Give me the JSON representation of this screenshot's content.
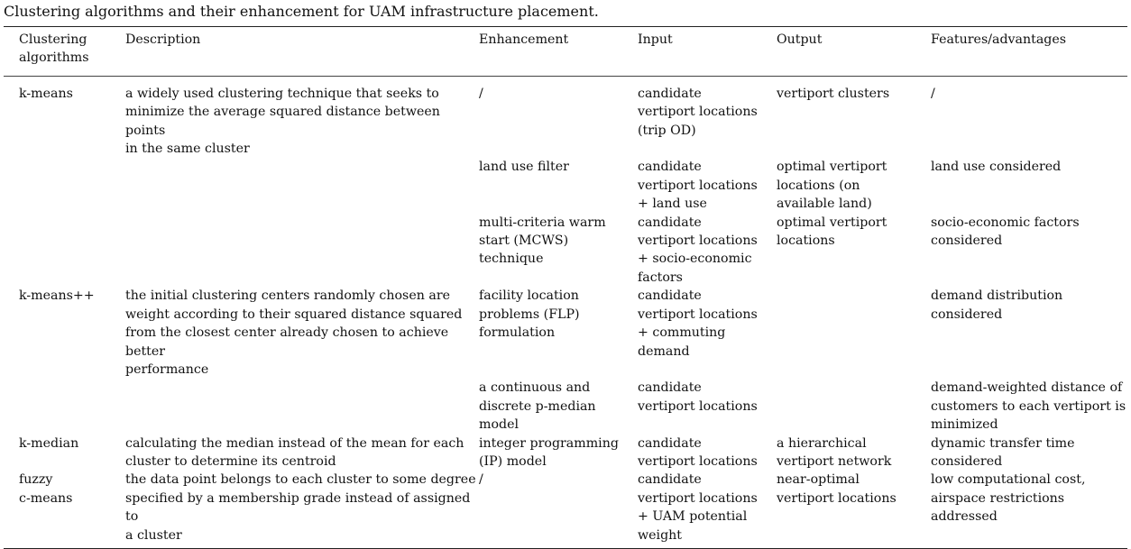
{
  "caption": "Clustering algorithms and their enhancement for UAM infrastructure placement.",
  "headers": [
    "Clustering\nalgorithms",
    "Description",
    "Enhancement",
    "Input",
    "Output",
    "Features/advantages"
  ],
  "rows": [
    [
      "k-means",
      "a widely used clustering technique that seeks to\nminimize the average squared distance between points\nin the same cluster",
      "/",
      "candidate\nvertiport locations\n(trip OD)",
      "vertiport clusters",
      "/"
    ],
    [
      "",
      "",
      "land use filter",
      "candidate\nvertiport locations\n+ land use",
      "optimal vertiport\nlocations (on\navailable land)",
      "land use considered"
    ],
    [
      "",
      "",
      "multi-criteria warm\nstart (MCWS)\ntechnique",
      "candidate\nvertiport locations\n+ socio-economic\nfactors",
      "optimal vertiport\nlocations",
      "socio-economic factors\nconsidered"
    ],
    [
      "k-means++",
      "the initial clustering centers randomly chosen are\nweight according to their squared distance squared\nfrom the closest center already chosen to achieve better\nperformance",
      "facility location\nproblems (FLP)\nformulation",
      "candidate\nvertiport locations\n+ commuting\ndemand",
      "",
      "demand distribution\nconsidered"
    ],
    [
      "",
      "",
      "a continuous and\ndiscrete p-median\nmodel",
      "candidate\nvertiport locations",
      "",
      "demand-weighted distance of\ncustomers to each vertiport is\nminimized"
    ],
    [
      "k-median",
      "calculating the median instead of the mean for each\ncluster to determine its centroid",
      "integer programming\n(IP) model",
      "candidate\nvertiport locations",
      "a hierarchical\nvertiport network",
      "dynamic transfer time\nconsidered"
    ],
    [
      "fuzzy\nc-means",
      "the data point belongs to each cluster to some degree\nspecified by a membership grade instead of assigned to\na cluster",
      "/",
      "candidate\nvertiport locations\n+ UAM potential\nweight",
      "near-optimal\nvertiport locations",
      "low computational cost,\nairspace restrictions\naddressed"
    ]
  ]
}
